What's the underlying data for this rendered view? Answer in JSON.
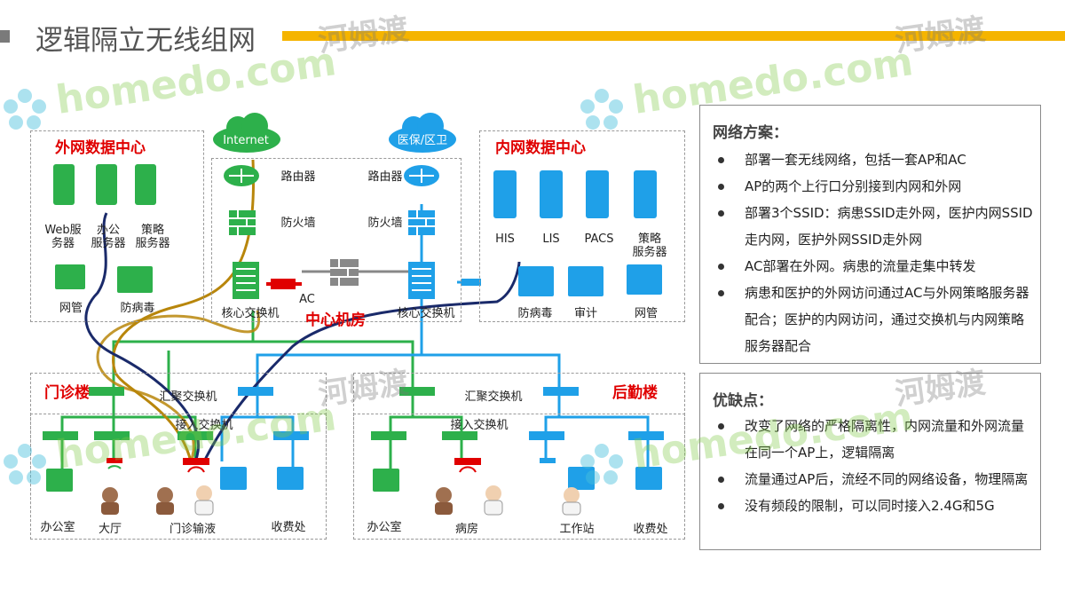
{
  "page": {
    "title": "逻辑隔立无线组网"
  },
  "colors": {
    "accent_bar": "#f5b400",
    "zone_title": "#e00000",
    "green_link": "#2db04b",
    "blue_link": "#1fa0e8",
    "flow_navy": "#1a2a6a",
    "flow_gold": "#b8860b"
  },
  "watermark": {
    "latin": "homedo.com",
    "chinese": "河姆渡"
  },
  "diagram": {
    "outer_dc": {
      "title": "外网数据中心",
      "servers": [
        "Web服\n务器",
        "办公\n服务器",
        "策略\n服务器"
      ],
      "devices": [
        "网管",
        "防病毒"
      ]
    },
    "center": {
      "title": "中心机房",
      "cloud_left": "Internet",
      "cloud_right": "医保/区卫",
      "router": "路由器",
      "firewall": "防火墙",
      "core_switch": "核心交换机",
      "ac": "AC"
    },
    "inner_dc": {
      "title": "内网数据中心",
      "servers": [
        "HIS",
        "LIS",
        "PACS",
        "策略\n服务器"
      ],
      "devices": [
        "防病毒",
        "审计",
        "网管"
      ]
    },
    "outpatient": {
      "title": "门诊楼",
      "agg_switch": "汇聚交换机",
      "access_switch": "接入交换机",
      "rooms": [
        "办公室",
        "大厅",
        "门诊输液",
        "收费处"
      ]
    },
    "logistics": {
      "title": "后勤楼",
      "agg_switch": "汇聚交换机",
      "access_switch": "接入交换机",
      "rooms": [
        "办公室",
        "病房",
        "工作站",
        "收费处"
      ]
    }
  },
  "panels": {
    "plan": {
      "title": "网络方案：",
      "items": [
        "部署一套无线网络，包括一套AP和AC",
        "AP的两个上行口分别接到内网和外网",
        "部署3个SSID：病患SSID走外网，医护内网SSID走内网，医护外网SSID走外网",
        "AC部署在外网。病患的流量走集中转发",
        "病患和医护的外网访问通过AC与外网策略服务器配合；医护的内网访问，通过交换机与内网策略服务器配合"
      ]
    },
    "pros_cons": {
      "title": "优缺点：",
      "items": [
        "改变了网络的严格隔离性，内网流量和外网流量在同一个AP上，逻辑隔离",
        "流量通过AP后，流经不同的网络设备，物理隔离",
        "没有频段的限制，可以同时接入2.4G和5G"
      ]
    }
  }
}
